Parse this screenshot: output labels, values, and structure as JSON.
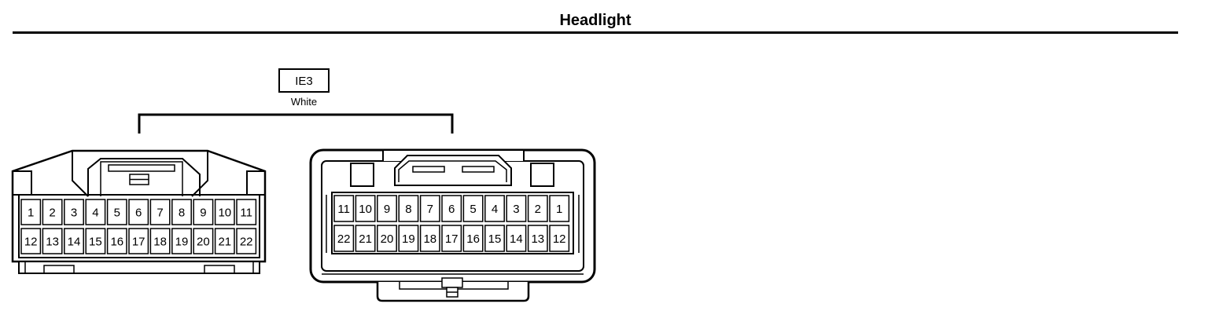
{
  "title": "Headlight",
  "connector": {
    "code": "IE3",
    "color": "White"
  },
  "left_view": {
    "top_row": [
      "1",
      "2",
      "3",
      "4",
      "5",
      "6",
      "7",
      "8",
      "9",
      "10",
      "11"
    ],
    "bottom_row": [
      "12",
      "13",
      "14",
      "15",
      "16",
      "17",
      "18",
      "19",
      "20",
      "21",
      "22"
    ]
  },
  "right_view": {
    "top_row": [
      "11",
      "10",
      "9",
      "8",
      "7",
      "6",
      "5",
      "4",
      "3",
      "2",
      "1"
    ],
    "bottom_row": [
      "22",
      "21",
      "20",
      "19",
      "18",
      "17",
      "16",
      "15",
      "14",
      "13",
      "12"
    ]
  }
}
